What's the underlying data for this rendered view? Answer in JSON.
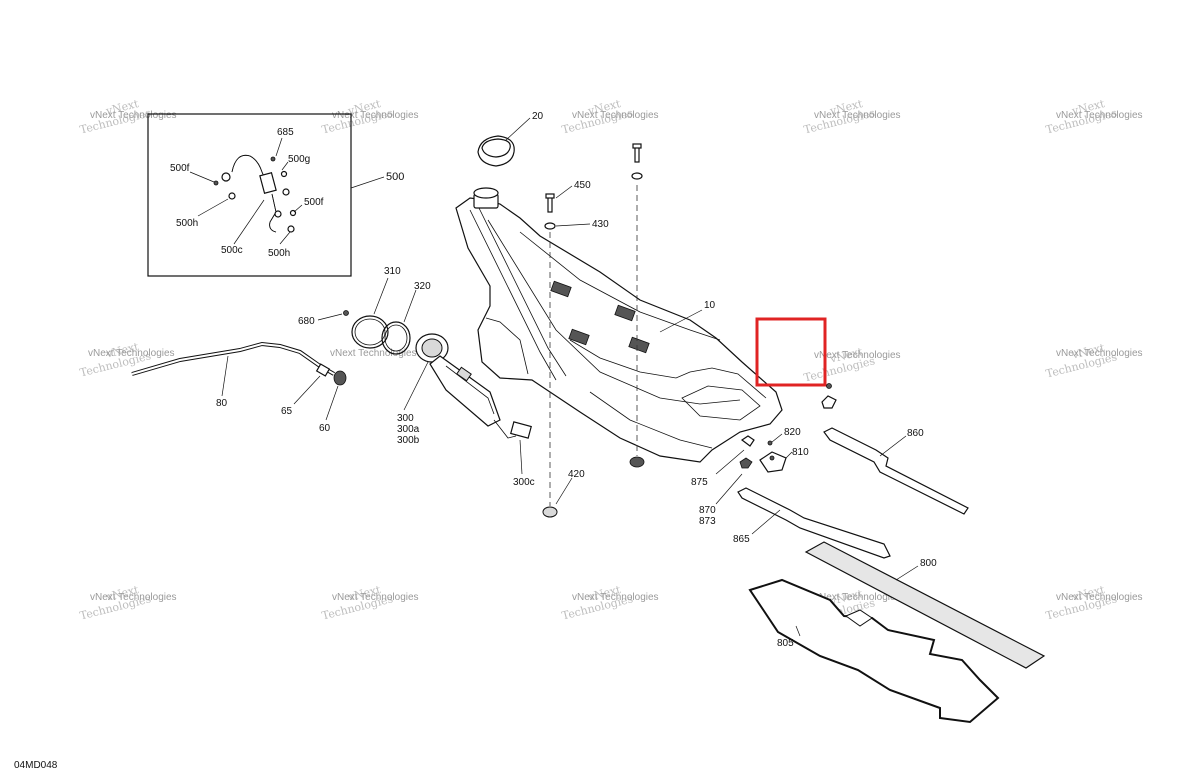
{
  "diagram_code": "04MD048",
  "watermark": {
    "line1": "vNext",
    "line2": "Technologies",
    "small": "vNext Technologies"
  },
  "labels": {
    "p20": "20",
    "p450": "450",
    "p430": "430",
    "p10": "10",
    "p500": "500",
    "p685": "685",
    "p500g": "500g",
    "p500f_a": "500f",
    "p500f_b": "500f",
    "p500h_a": "500h",
    "p500c": "500c",
    "p500h_b": "500h",
    "p310": "310",
    "p320": "320",
    "p680": "680",
    "p80": "80",
    "p65": "65",
    "p60": "60",
    "p300": "300",
    "p300a": "300a",
    "p300b": "300b",
    "p300c": "300c",
    "p420": "420",
    "p875": "875",
    "p870": "870",
    "p873": "873",
    "p820": "820",
    "p810": "810",
    "p860": "860",
    "p865": "865",
    "p800": "800",
    "p805": "805"
  },
  "highlight_color": "#e02424"
}
